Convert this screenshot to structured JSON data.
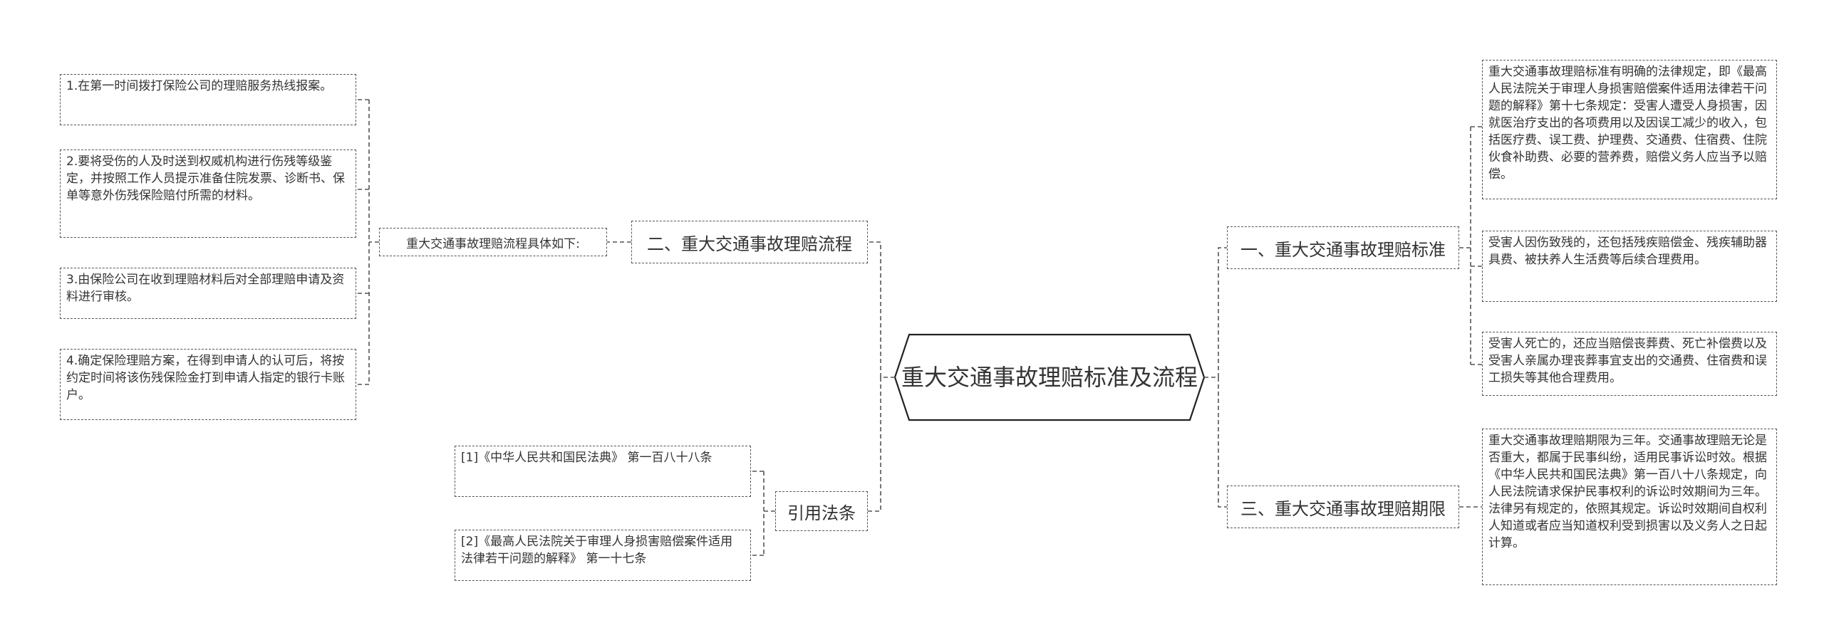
{
  "center": {
    "title": "重大交通事故理赔标准及流程"
  },
  "left": {
    "flow": {
      "label": "二、重大交通事故理赔流程",
      "intro": "重大交通事故理赔流程具体如下:",
      "steps": [
        "1.在第一时间拨打保险公司的理赔服务热线报案。",
        "2.要将受伤的人及时送到权威机构进行伤残等级鉴定，并按照工作人员提示准备住院发票、诊断书、保单等意外伤残保险赔付所需的材料。",
        "3.由保险公司在收到理赔材料后对全部理赔申请及资料进行审核。",
        "4.确定保险理赔方案，在得到申请人的认可后，将按约定时间将该伤残保险金打到申请人指定的银行卡账户。"
      ]
    },
    "refs": {
      "label": "引用法条",
      "items": [
        "[1]《中华人民共和国民法典》 第一百八十八条",
        "[2]《最高人民法院关于审理人身损害赔偿案件适用法律若干问题的解释》 第一十七条"
      ]
    }
  },
  "right": {
    "standard": {
      "label": "一、重大交通事故理赔标准",
      "items": [
        "重大交通事故理赔标准有明确的法律规定，即《最高人民法院关于审理人身损害赔偿案件适用法律若干问题的解释》第十七条规定：受害人遭受人身损害，因就医治疗支出的各项费用以及因误工减少的收入，包括医疗费、误工费、护理费、交通费、住宿费、住院伙食补助费、必要的营养费，赔偿义务人应当予以赔偿。",
        "受害人因伤致残的，还包括残疾赔偿金、残疾辅助器具费、被扶养人生活费等后续合理费用。",
        "受害人死亡的，还应当赔偿丧葬费、死亡补偿费以及受害人亲属办理丧葬事宜支出的交通费、住宿费和误工损失等其他合理费用。"
      ]
    },
    "period": {
      "label": "三、重大交通事故理赔期限",
      "items": [
        "重大交通事故理赔期限为三年。交通事故理赔无论是否重大，都属于民事纠纷，适用民事诉讼时效。根据《中华人民共和国民法典》第一百八十八条规定，向人民法院请求保护民事权利的诉讼时效期间为三年。法律另有规定的，依照其规定。诉讼时效期间自权利人知道或者应当知道权利受到损害以及义务人之日起计算。"
      ]
    }
  }
}
